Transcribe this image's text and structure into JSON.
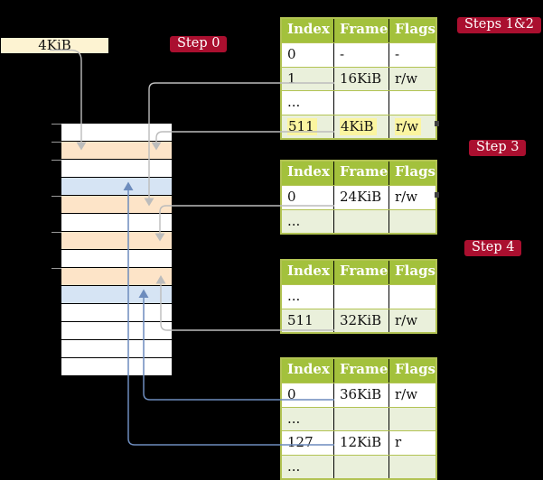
{
  "colors": {
    "bg": "#000000",
    "crimson": "#aa0f2f",
    "cream": "#fdf3d2",
    "header_green": "#a3c13c",
    "olive": "#b2c353",
    "row_green": "#eaf0db",
    "highlight_yellow": "#fbf5a0",
    "mem_orange": "#fde4c8",
    "mem_blue": "#d6e4f4",
    "wire_gray": "#bcbcbc",
    "wire_blue": "#6d8cbd",
    "tick": "#999999"
  },
  "root_box": {
    "label": "4KiB"
  },
  "steps": [
    {
      "label": "Step 0"
    },
    {
      "label": "Steps 1&2"
    },
    {
      "label": "Step 3"
    },
    {
      "label": "Step 4"
    }
  ],
  "memory": {
    "rows": [
      {
        "color": "white"
      },
      {
        "color": "orange"
      },
      {
        "color": "white"
      },
      {
        "color": "blue"
      },
      {
        "color": "orange"
      },
      {
        "color": "white"
      },
      {
        "color": "orange"
      },
      {
        "color": "white"
      },
      {
        "color": "orange"
      },
      {
        "color": "blue"
      },
      {
        "color": "white"
      },
      {
        "color": "white"
      },
      {
        "color": "white"
      },
      {
        "color": "white"
      }
    ]
  },
  "tables": [
    {
      "name": "page-table-steps-1-2",
      "headers": [
        "Index",
        "Frame",
        "Flags"
      ],
      "rows": [
        {
          "cells": [
            "0",
            "-",
            "-"
          ],
          "highlight": false
        },
        {
          "cells": [
            "1",
            "16KiB",
            "r/w"
          ],
          "highlight": false
        },
        {
          "cells": [
            "...",
            "",
            ""
          ],
          "highlight": false
        },
        {
          "cells": [
            "511",
            "4KiB",
            "r/w"
          ],
          "highlight": true
        }
      ]
    },
    {
      "name": "page-table-step-3",
      "headers": [
        "Index",
        "Frame",
        "Flags"
      ],
      "rows": [
        {
          "cells": [
            "0",
            "24KiB",
            "r/w"
          ],
          "highlight": false
        },
        {
          "cells": [
            "...",
            "",
            ""
          ],
          "highlight": false
        }
      ]
    },
    {
      "name": "page-table-step-4",
      "headers": [
        "Index",
        "Frame",
        "Flags"
      ],
      "rows": [
        {
          "cells": [
            "...",
            "",
            ""
          ],
          "highlight": false
        },
        {
          "cells": [
            "511",
            "32KiB",
            "r/w"
          ],
          "highlight": false
        }
      ]
    },
    {
      "name": "page-table-final",
      "headers": [
        "Index",
        "Frame",
        "Flags"
      ],
      "rows": [
        {
          "cells": [
            "0",
            "36KiB",
            "r/w"
          ],
          "highlight": false
        },
        {
          "cells": [
            "...",
            "",
            ""
          ],
          "highlight": false
        },
        {
          "cells": [
            "127",
            "12KiB",
            "r"
          ],
          "highlight": false
        },
        {
          "cells": [
            "...",
            "",
            ""
          ],
          "highlight": false
        }
      ]
    }
  ]
}
